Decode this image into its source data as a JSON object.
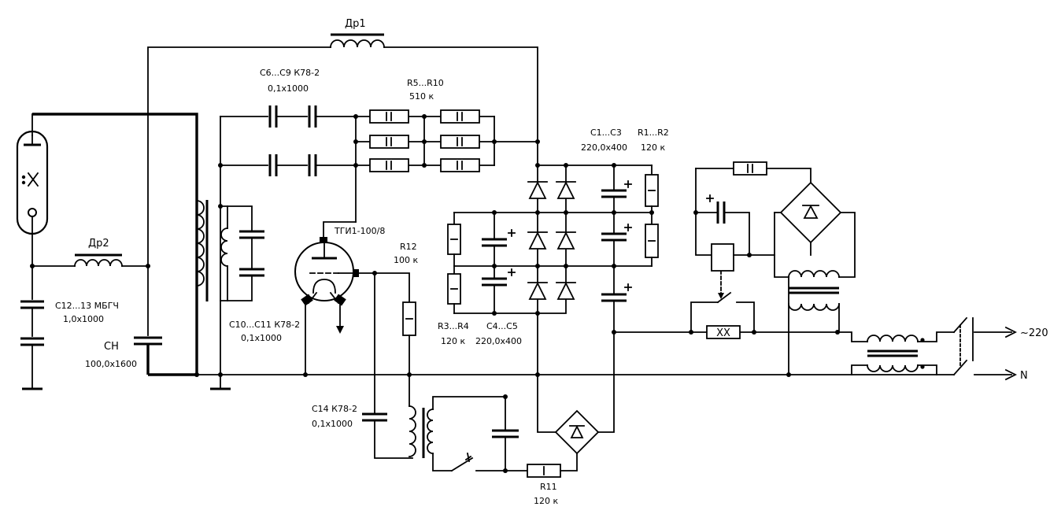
{
  "labels": {
    "dr1": "Др1",
    "dr2": "Др2",
    "c6c9_name": "C6...C9 К78-2",
    "c6c9_val": "0,1x1000",
    "r5r10_name": "R5...R10",
    "r5r10_val": "510 к",
    "c1c3_name": "C1...C3",
    "c1c3_val": "220,0x400",
    "r1r2_name": "R1...R2",
    "r1r2_val": "120 к",
    "tgi": "ТГИ1-100/8",
    "r12_name": "R12",
    "r12_val": "100 к",
    "c12_name": "C12...13 МБГЧ",
    "c12_val": "1,0x1000",
    "cn_name": "CН",
    "cn_val": "100,0x1600",
    "c10_name": "C10...C11 К78-2",
    "c10_val": "0,1x1000",
    "r3r4_name": "R3...R4",
    "r3r4_val": "120 к",
    "c4c5_name": "C4...C5",
    "c4c5_val": "220,0x400",
    "c14_name": "C14 К78-2",
    "c14_val": "0,1x1000",
    "r11_name": "R11",
    "r11_val": "120 к",
    "xx": "XX",
    "mains": "~220",
    "neutral": "N"
  }
}
